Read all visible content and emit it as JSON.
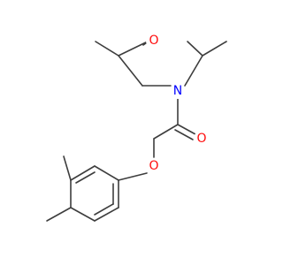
{
  "molecule": {
    "atoms": [
      {
        "id": "o_morph",
        "label": "O",
        "color": "#ff0d0d"
      },
      {
        "id": "n_morph",
        "label": "N",
        "color": "#0000ff"
      },
      {
        "id": "o_carbonyl",
        "label": "O",
        "color": "#ff0d0d"
      },
      {
        "id": "o_ether",
        "label": "O",
        "color": "#ff0d0d"
      }
    ],
    "bond_color": "#3d3d3d"
  }
}
